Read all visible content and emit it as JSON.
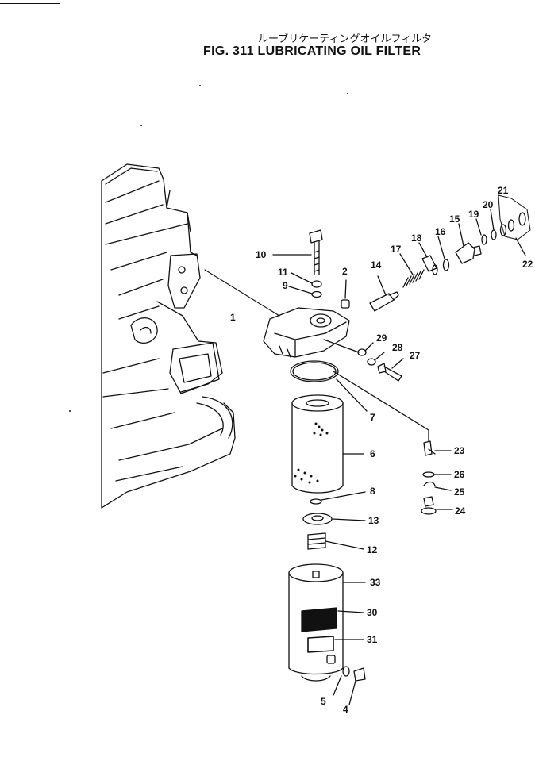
{
  "title": {
    "japanese": "ルーブリケーティングオイルフィルタ",
    "english": "FIG. 311  LUBRICATING OIL FILTER"
  },
  "callouts": [
    {
      "id": "c10",
      "text": "10"
    },
    {
      "id": "c11",
      "text": "11"
    },
    {
      "id": "c9",
      "text": "9"
    },
    {
      "id": "c2",
      "text": "2"
    },
    {
      "id": "c14",
      "text": "14"
    },
    {
      "id": "c17",
      "text": "17"
    },
    {
      "id": "c18",
      "text": "18"
    },
    {
      "id": "c16",
      "text": "16"
    },
    {
      "id": "c15",
      "text": "15"
    },
    {
      "id": "c19",
      "text": "19"
    },
    {
      "id": "c20",
      "text": "20"
    },
    {
      "id": "c21",
      "text": "21"
    },
    {
      "id": "c22",
      "text": "22"
    },
    {
      "id": "c1",
      "text": "1"
    },
    {
      "id": "c29",
      "text": "29"
    },
    {
      "id": "c28",
      "text": "28"
    },
    {
      "id": "c27",
      "text": "27"
    },
    {
      "id": "c7",
      "text": "7"
    },
    {
      "id": "c6",
      "text": "6"
    },
    {
      "id": "c23",
      "text": "23"
    },
    {
      "id": "c26",
      "text": "26"
    },
    {
      "id": "c25",
      "text": "25"
    },
    {
      "id": "c24",
      "text": "24"
    },
    {
      "id": "c8",
      "text": "8"
    },
    {
      "id": "c13",
      "text": "13"
    },
    {
      "id": "c12",
      "text": "12"
    },
    {
      "id": "c33",
      "text": "33"
    },
    {
      "id": "c30",
      "text": "30"
    },
    {
      "id": "c31",
      "text": "31"
    },
    {
      "id": "c5",
      "text": "5"
    },
    {
      "id": "c4",
      "text": "4"
    }
  ]
}
